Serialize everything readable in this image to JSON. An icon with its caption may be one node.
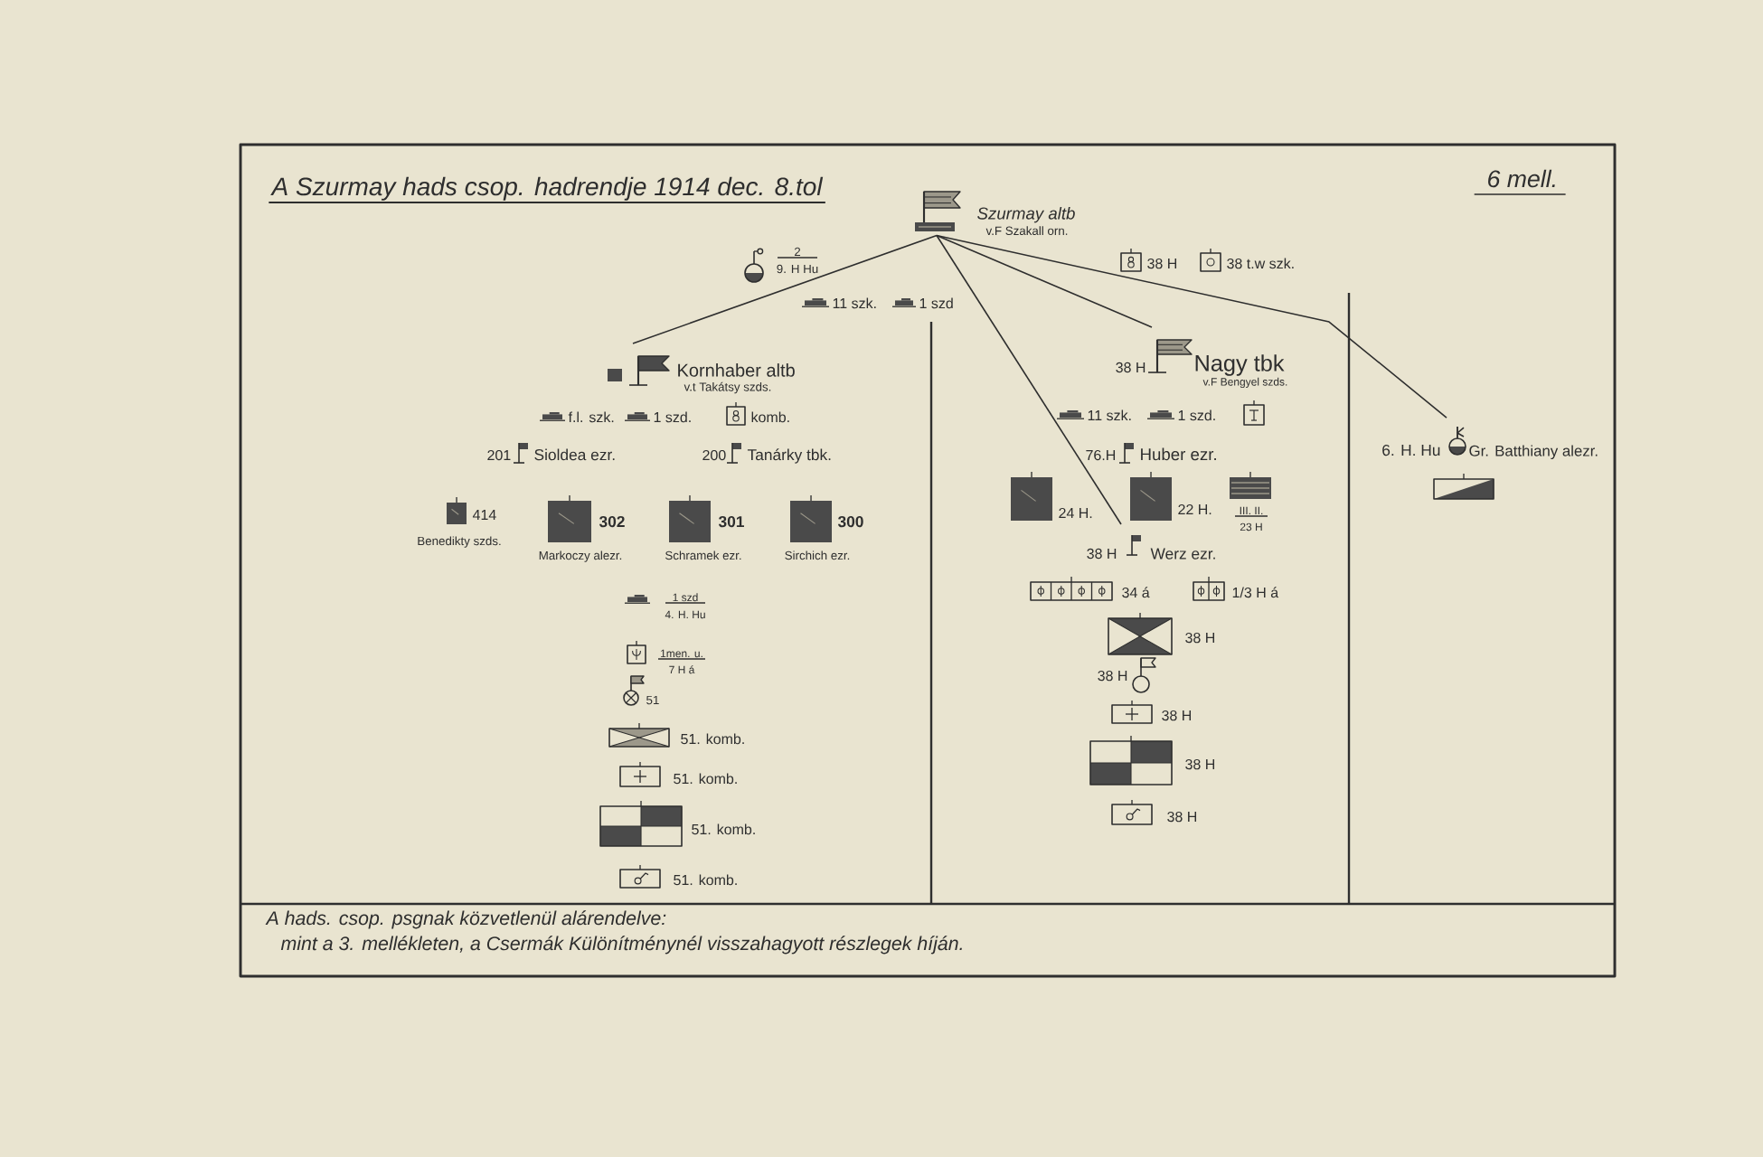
{
  "diagram": {
    "title": "A Szurmay hads csop. hadrendje 1914 dec. 8.tol",
    "nodes": [
      {
        "text": [
          "Szurmay altb",
          "v.F Szakall orn."
        ]
      },
      {
        "text": [
          "Kornhaber altb",
          "v.t Takátsy szds."
        ]
      },
      {
        "text": [
          "Nagy tbk",
          "v.F Bengyel szds."
        ],
        "beside": [
          "38 H"
        ]
      },
      {
        "text": [
          "Gr. Batthiany alezr."
        ],
        "beside": [
          "6. H. Hu"
        ]
      },
      {
        "text": [
          "Werz ezr."
        ],
        "beside": [
          "38 H"
        ]
      }
    ],
    "edges": [
      {
        "from": 0,
        "to": 1,
        "arrow": "none"
      },
      {
        "from": 0,
        "to": 2,
        "arrow": "none"
      },
      {
        "from": 0,
        "to": 3,
        "arrow": "none"
      },
      {
        "from": 0,
        "to": 4,
        "arrow": "none"
      }
    ],
    "labels": [
      "6 mell.",
      "2",
      "9. H Hu",
      "11 szk.",
      "1 szd",
      "38 H",
      "38 t.w szk.",
      "f.l. szk.",
      "1 szd.",
      "komb.",
      "201",
      "Sioldea ezr.",
      "200",
      "Tanárky tbk.",
      "414",
      "Benedikty szds.",
      "302",
      "Markoczy alezr.",
      "301",
      "Schramek ezr.",
      "300",
      "Sirchich ezr.",
      "1 szd",
      "4. H. Hu",
      "1men. u.",
      "7 H á",
      "51",
      "51. komb.",
      "51. komb.",
      "51. komb.",
      "51. komb.",
      "11 szk.",
      "1 szd.",
      "76.H",
      "Huber ezr.",
      "24 H.",
      "22 H.",
      "III. II.",
      "23 H",
      "34 á",
      "1/3 H á",
      "38 H",
      "38 H",
      "38 H",
      "38 H",
      "38 H",
      "A hads. csop. psgnak közvetlenül alárendelve:",
      "mint a 3. mellékleten, a Csermák Különítménynél visszahagyott részlegek híján."
    ]
  }
}
